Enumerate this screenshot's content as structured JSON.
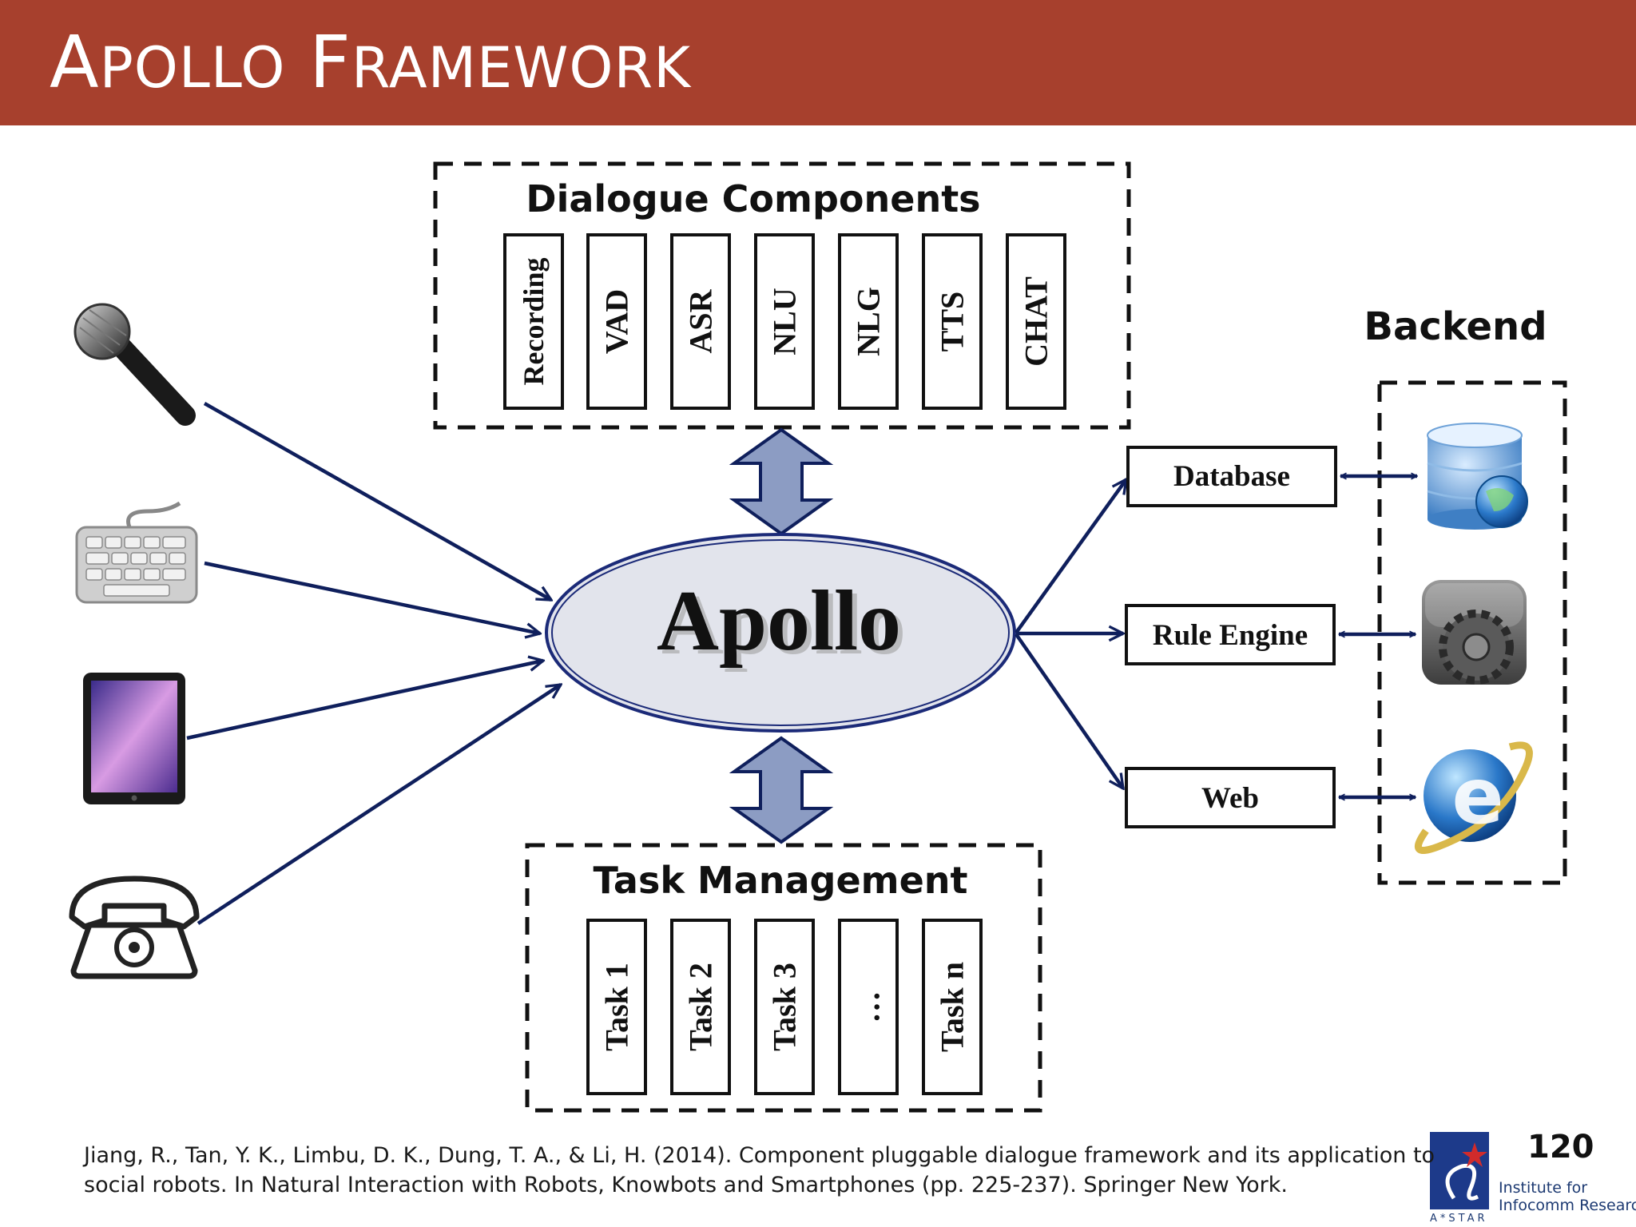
{
  "slide": {
    "title_parts": [
      {
        "cap": "A",
        "rest": "POLLO"
      },
      {
        "cap": "F",
        "rest": "RAMEWORK"
      }
    ],
    "page_number": "120",
    "accent_color": "#a7402d",
    "arrow_color": "#0f1f5c"
  },
  "dialogue_components": {
    "heading": "Dialogue Components",
    "items": [
      "Recording",
      "VAD",
      "ASR",
      "NLU",
      "NLG",
      "TTS",
      "CHAT"
    ]
  },
  "core": {
    "label": "Apollo"
  },
  "task_management": {
    "heading": "Task Management",
    "items": [
      "Task 1",
      "Task 2",
      "Task 3",
      "…",
      "Task n"
    ]
  },
  "backend": {
    "heading": "Backend",
    "services": [
      "Database",
      "Rule Engine",
      "Web"
    ],
    "icons": [
      "database-icon",
      "settings-gears-icon",
      "internet-explorer-icon"
    ]
  },
  "inputs": {
    "icons": [
      "microphone-icon",
      "keyboard-icon",
      "tablet-icon",
      "telephone-icon"
    ]
  },
  "citation": {
    "line1": "Jiang, R., Tan, Y. K., Limbu, D. K., Dung, T. A., & Li, H. (2014). Component pluggable dialogue framework and its application to",
    "line2": "social robots. In Natural Interaction with Robots, Knowbots and Smartphones (pp. 225-237). Springer New York."
  },
  "logo": {
    "institute_line1": "Institute for",
    "institute_line2": "Infocomm Research",
    "caption": "A*STAR"
  }
}
